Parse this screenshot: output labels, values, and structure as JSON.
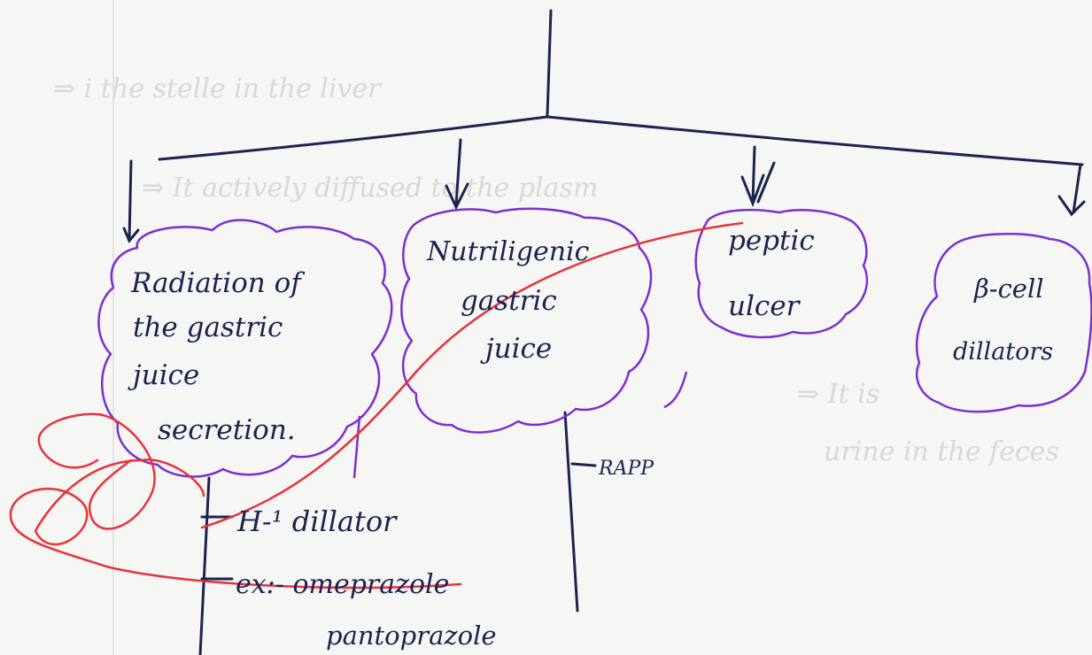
{
  "nodes": {
    "radiation": {
      "lines": [
        "Radiation of",
        "the gastric",
        "juice",
        "secretion."
      ]
    },
    "nutriligenic": {
      "lines": [
        "Nutriligenic",
        "gastric",
        "juice"
      ]
    },
    "peptic": {
      "lines": [
        "peptic",
        "ulcer"
      ]
    },
    "beta_cell": {
      "lines": [
        "β-cell",
        "dillators"
      ]
    }
  },
  "annotations": {
    "h1": "H-¹ dillator",
    "ex": "ex:- omeprazole",
    "panto": "pantoprazole",
    "rapp": "RAPP"
  },
  "background_text": [
    "⇒ i the stelle in the liver",
    "⇒ It actively diffused to the plasm",
    "⇒ It is",
    "urine in the feces"
  ],
  "colors": {
    "ink": "#1c2350",
    "purple": "#7a2fd0",
    "red": "#e8323c",
    "paper": "#f6f6f4",
    "ghost": "#d8d8d4"
  }
}
